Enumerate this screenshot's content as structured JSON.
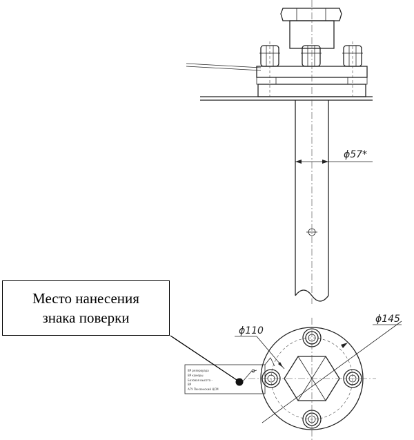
{
  "callout": {
    "line1": "Место нанесения",
    "line2": "знака поверки"
  },
  "dimensions": {
    "stem_diameter": "ϕ57*",
    "flange_outer_diameter": "ϕ145",
    "bolt_circle_diameter": "ϕ110"
  },
  "nameplate": {
    "lines": [
      "ВР резервуара",
      "ВР камеры",
      "Базовая высота -",
      "ВР",
      "АГУ Пензенский ЦСМ"
    ]
  }
}
